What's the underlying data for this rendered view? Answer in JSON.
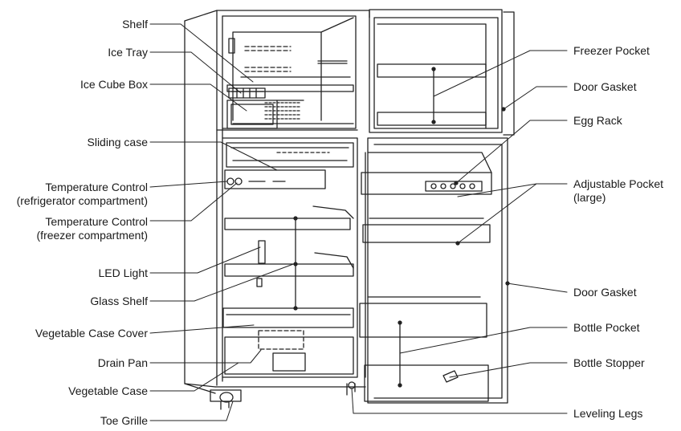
{
  "labels": {
    "left": [
      {
        "id": "shelf",
        "lines": [
          "Shelf"
        ]
      },
      {
        "id": "ice-tray",
        "lines": [
          "Ice Tray"
        ]
      },
      {
        "id": "ice-cube-box",
        "lines": [
          "Ice Cube Box"
        ]
      },
      {
        "id": "sliding-case",
        "lines": [
          "Sliding case"
        ]
      },
      {
        "id": "temp-control-fridge",
        "lines": [
          "Temperature Control",
          "(refrigerator compartment)"
        ]
      },
      {
        "id": "temp-control-freezer",
        "lines": [
          "Temperature Control",
          "(freezer compartment)"
        ]
      },
      {
        "id": "led-light",
        "lines": [
          "LED Light"
        ]
      },
      {
        "id": "glass-shelf",
        "lines": [
          "Glass Shelf"
        ]
      },
      {
        "id": "vegetable-case-cover",
        "lines": [
          "Vegetable Case Cover"
        ]
      },
      {
        "id": "drain-pan",
        "lines": [
          "Drain Pan"
        ]
      },
      {
        "id": "vegetable-case",
        "lines": [
          "Vegetable Case"
        ]
      },
      {
        "id": "toe-grille",
        "lines": [
          "Toe Grille"
        ]
      }
    ],
    "right": [
      {
        "id": "freezer-pocket",
        "lines": [
          "Freezer Pocket"
        ]
      },
      {
        "id": "door-gasket-top",
        "lines": [
          "Door Gasket"
        ]
      },
      {
        "id": "egg-rack",
        "lines": [
          "Egg Rack"
        ]
      },
      {
        "id": "adjustable-pocket",
        "lines": [
          "Adjustable Pocket",
          "(large)"
        ]
      },
      {
        "id": "door-gasket-bottom",
        "lines": [
          "Door Gasket"
        ]
      },
      {
        "id": "bottle-pocket",
        "lines": [
          "Bottle Pocket"
        ]
      },
      {
        "id": "bottle-stopper",
        "lines": [
          "Bottle Stopper"
        ]
      },
      {
        "id": "leveling-legs",
        "lines": [
          "Leveling Legs"
        ]
      }
    ]
  }
}
